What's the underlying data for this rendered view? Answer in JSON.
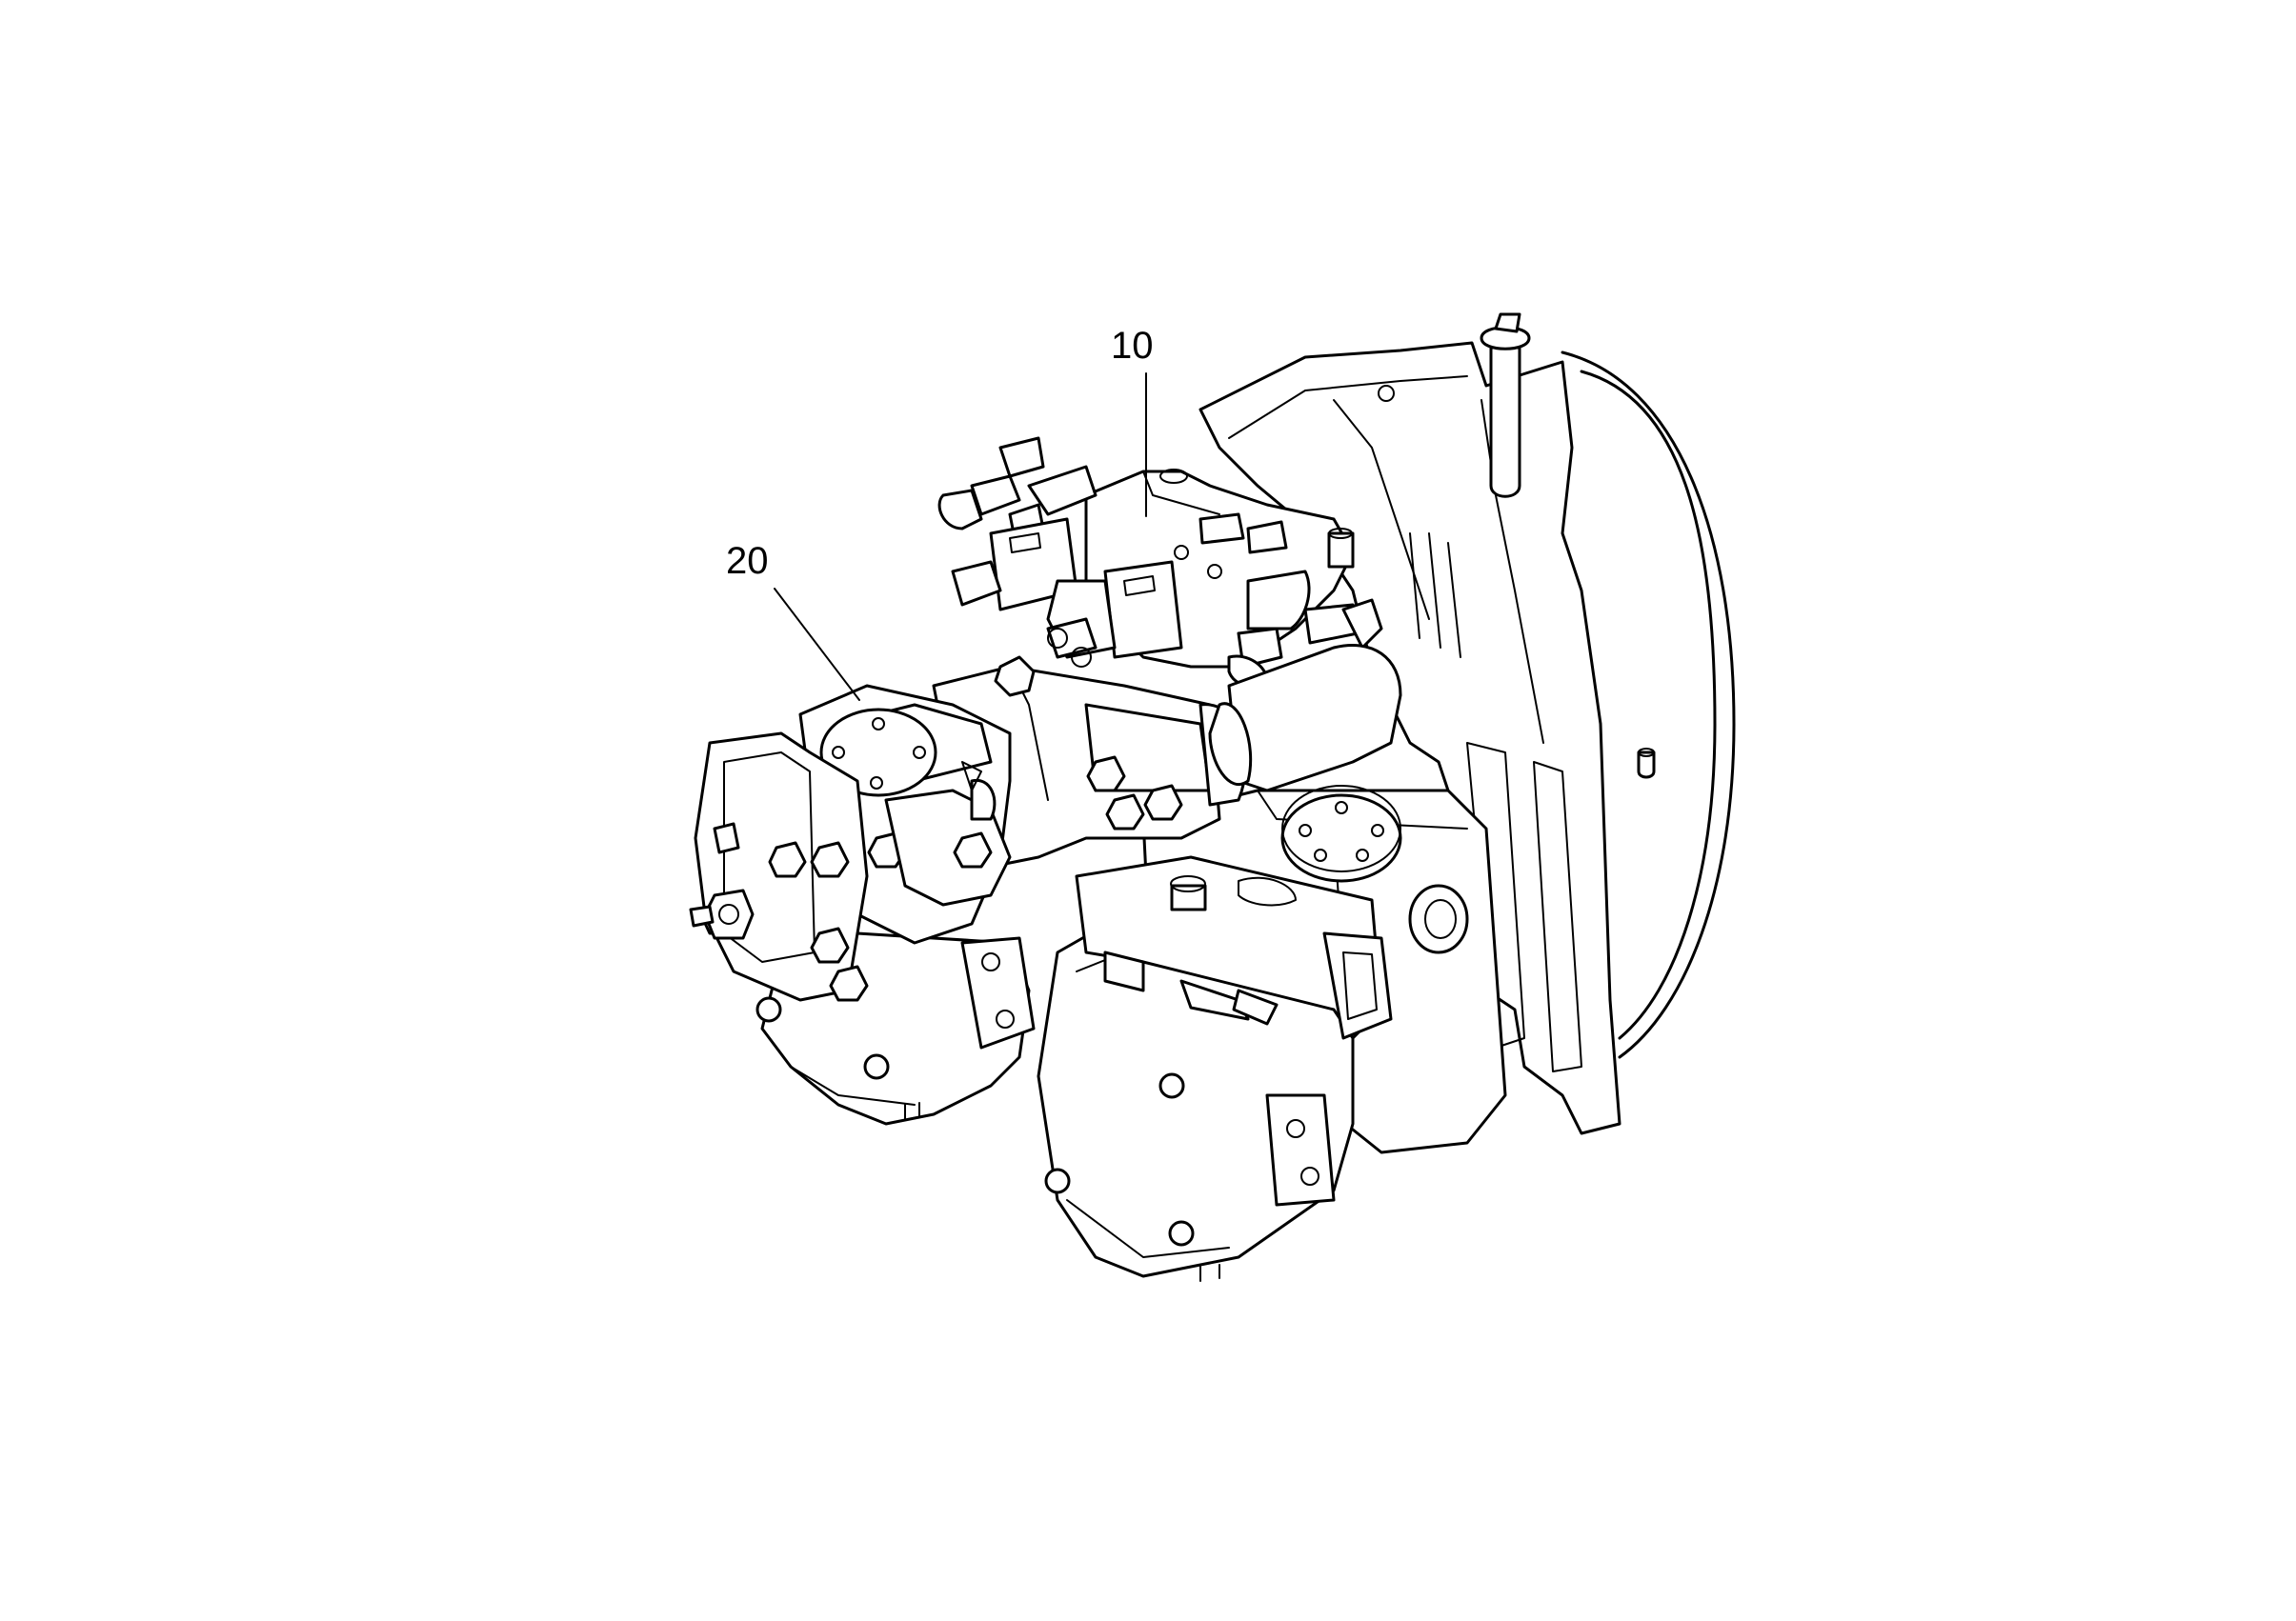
{
  "callouts": [
    {
      "id": "10",
      "label": "10"
    },
    {
      "id": "20",
      "label": "20"
    }
  ],
  "colors": {
    "background": "#ffffff",
    "line": "#000000"
  }
}
